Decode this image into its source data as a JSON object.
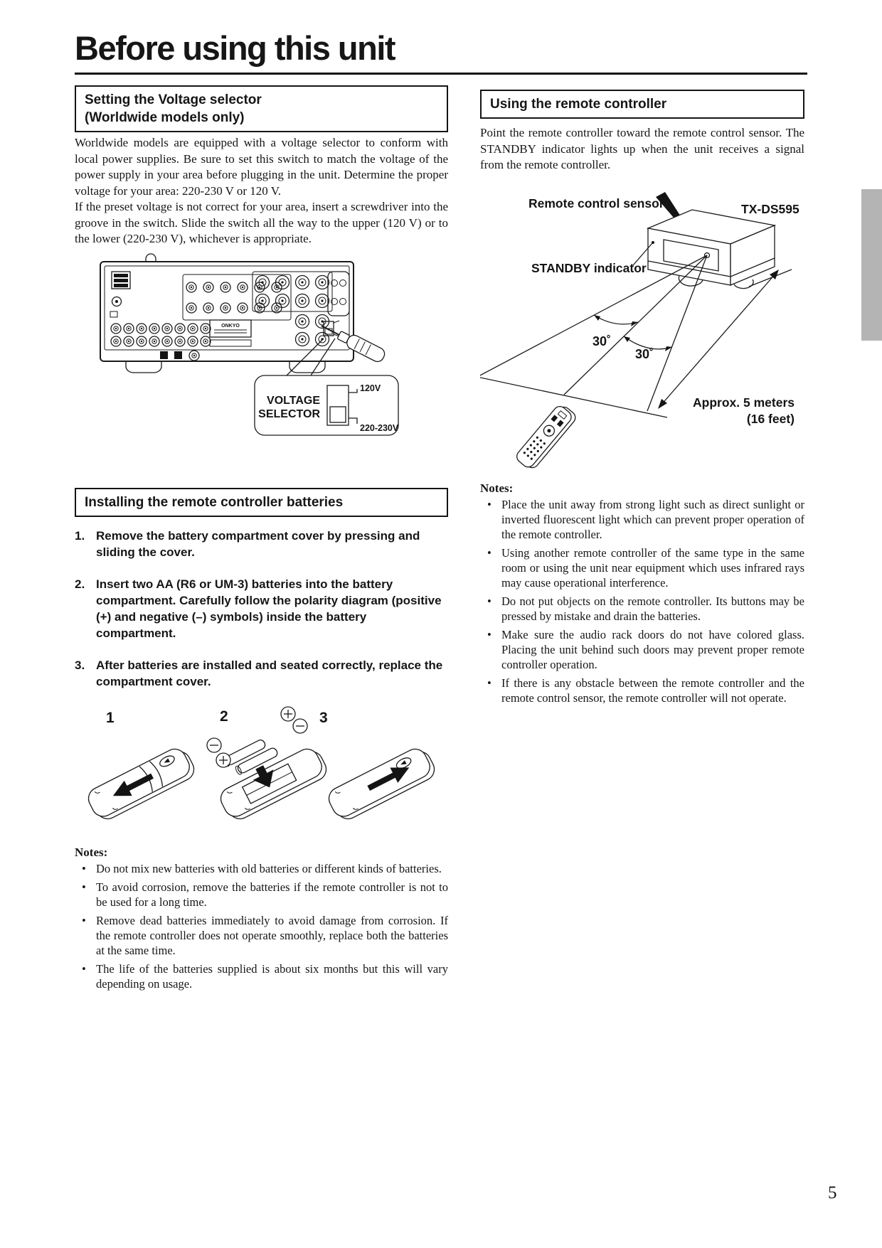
{
  "page": {
    "title": "Before using this unit",
    "page_number": "5"
  },
  "voltage_section": {
    "heading_line1": "Setting the Voltage selector",
    "heading_line2": "(Worldwide models only)",
    "para1": "Worldwide models are equipped with a voltage selector to conform with local power supplies. Be sure to set this switch to match the voltage of the power supply in your area before plugging in the unit. Determine the proper voltage for your area: 220-230 V or 120 V.",
    "para2": "If the preset voltage is not correct for your area, insert a screwdriver into the groove in the switch. Slide the switch all the way to the upper (120 V) or to the lower (220-230 V), whichever is appropriate.",
    "diagram": {
      "brand": "ONKYO",
      "callout_line1": "VOLTAGE",
      "callout_line2": "SELECTOR",
      "upper_voltage": "120V",
      "lower_voltage": "220-230V"
    }
  },
  "battery_section": {
    "heading": "Installing the remote controller batteries",
    "steps": [
      {
        "num": "1.",
        "text": "Remove the battery compartment cover by pressing and sliding the cover."
      },
      {
        "num": "2.",
        "text": "Insert two AA (R6 or UM-3) batteries into the battery compartment. Carefully follow the polarity diagram (positive (+) and negative (–) symbols) inside the battery compartment."
      },
      {
        "num": "3.",
        "text": "After batteries are installed and seated correctly, replace the compartment cover."
      }
    ],
    "figure_labels": {
      "one": "1",
      "two": "2",
      "three": "3"
    },
    "notes_heading": "Notes:",
    "notes": [
      "Do not mix new batteries with old batteries or different kinds of batteries.",
      "To avoid corrosion, remove the batteries if the remote controller is not to be used for a long time.",
      "Remove dead batteries immediately to avoid damage from corrosion. If the remote controller does not operate smoothly, replace both the batteries at the same time.",
      "The life of the batteries supplied is about six months but this will vary depending on usage."
    ]
  },
  "remote_section": {
    "heading": "Using the remote controller",
    "para": "Point the remote controller toward the remote control sensor. The STANDBY indicator lights up when the unit receives a signal from the remote controller.",
    "diagram": {
      "sensor_label": "Remote control sensor",
      "model_label": "TX-DS595",
      "standby_label": "STANDBY indicator",
      "angle_left": "30˚",
      "angle_right": "30˚",
      "distance_line1": "Approx. 5 meters",
      "distance_line2": "(16 feet)"
    },
    "notes_heading": "Notes:",
    "notes": [
      "Place the unit away from strong light such as direct sunlight or inverted fluorescent light which can prevent proper operation of the remote controller.",
      "Using another remote controller of the same type in the same room or using the unit near equipment which uses infrared rays may cause operational interference.",
      "Do not put objects on the remote controller. Its buttons may be pressed by mistake and drain the batteries.",
      "Make sure the audio rack doors do not have colored glass. Placing the unit behind such doors may prevent proper remote controller operation.",
      "If there is any obstacle between the remote controller and the remote control sensor, the remote controller will not operate."
    ]
  }
}
